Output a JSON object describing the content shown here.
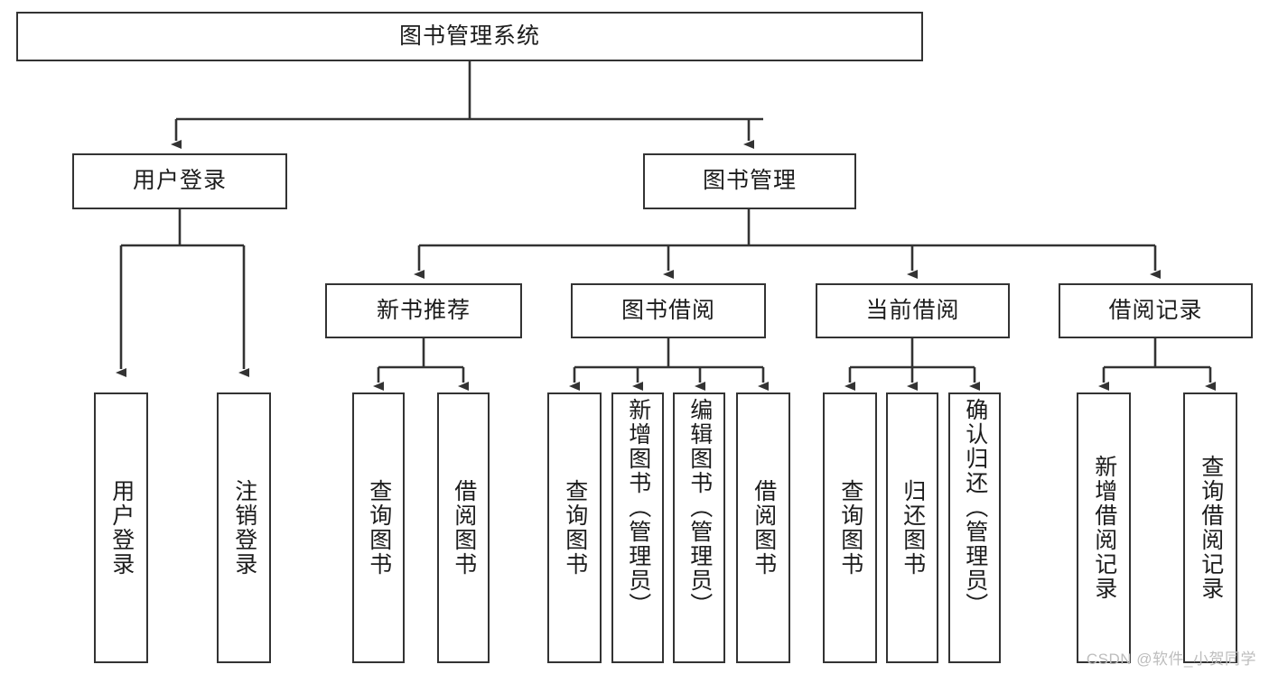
{
  "diagram": {
    "title": "图书管理系统",
    "type": "tree-hierarchy-chart",
    "watermark": "CSDN @软件_小贺同学",
    "colors": {
      "box_border": "#333333",
      "box_fill": "#ffffff",
      "edge": "#333333",
      "text": "#1c1c1c",
      "watermark": "#bdbdbd",
      "background": "#ffffff"
    },
    "root": {
      "label": "图书管理系统"
    },
    "level2": [
      {
        "id": "user-login",
        "label": "用户登录"
      },
      {
        "id": "book-management",
        "label": "图书管理"
      }
    ],
    "level3": [
      {
        "id": "new-book-recommend",
        "label": "新书推荐"
      },
      {
        "id": "book-borrow",
        "label": "图书借阅"
      },
      {
        "id": "current-borrow",
        "label": "当前借阅"
      },
      {
        "id": "borrow-record",
        "label": "借阅记录"
      }
    ],
    "leaves": {
      "user_login": [
        {
          "id": "leaf-user-login",
          "label": "用户登录"
        },
        {
          "id": "leaf-logout",
          "label": "注销登录"
        }
      ],
      "new_book_recommend": [
        {
          "id": "leaf-query-book-1",
          "label": "查询图书"
        },
        {
          "id": "leaf-borrow-book-1",
          "label": "借阅图书"
        }
      ],
      "book_borrow": [
        {
          "id": "leaf-query-book-2",
          "label": "查询图书"
        },
        {
          "id": "leaf-add-book",
          "label": "新增图书（管理员）"
        },
        {
          "id": "leaf-edit-book",
          "label": "编辑图书（管理员）"
        },
        {
          "id": "leaf-borrow-book-2",
          "label": "借阅图书"
        }
      ],
      "current_borrow": [
        {
          "id": "leaf-query-book-3",
          "label": "查询图书"
        },
        {
          "id": "leaf-return-book",
          "label": "归还图书"
        },
        {
          "id": "leaf-confirm-return",
          "label": "确认归还（管理员）"
        }
      ],
      "borrow_record": [
        {
          "id": "leaf-add-record",
          "label": "新增借阅记录"
        },
        {
          "id": "leaf-query-record",
          "label": "查询借阅记录"
        }
      ]
    }
  }
}
